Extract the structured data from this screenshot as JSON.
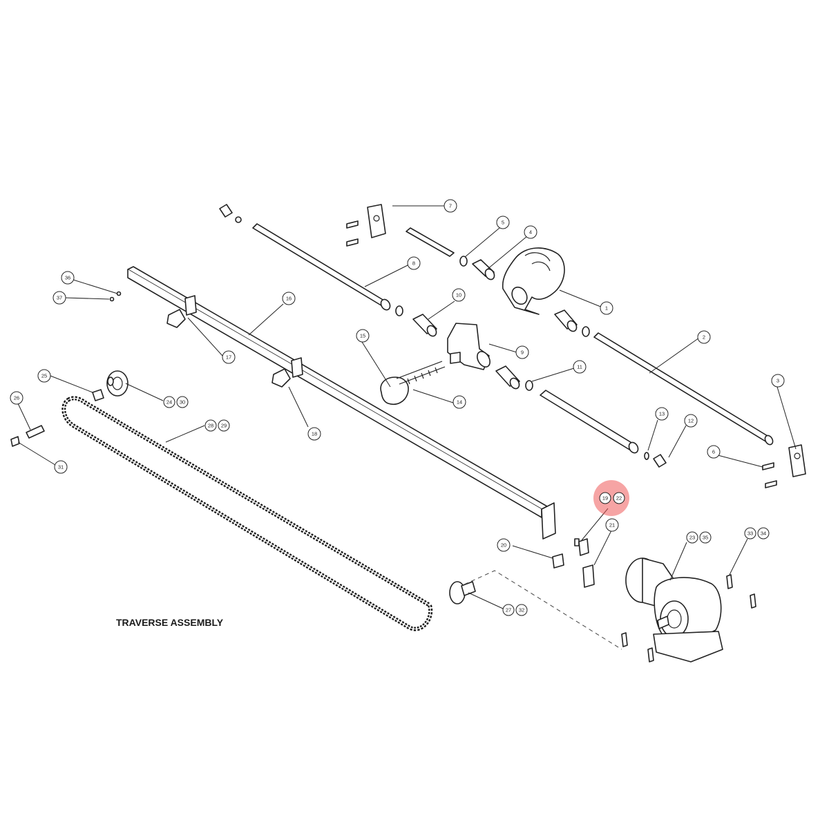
{
  "title": "TRAVERSE ASSEMBLY",
  "highlight_color": "#ee5a5a",
  "callouts": {
    "c1": "1",
    "c2": "2",
    "c3": "3",
    "c4": "4",
    "c5": "5",
    "c6": "6",
    "c7": "7",
    "c8": "8",
    "c9": "9",
    "c10": "10",
    "c11": "11",
    "c12": "12",
    "c13": "13",
    "c14": "14",
    "c15": "15",
    "c16": "16",
    "c17": "17",
    "c18": "18",
    "c19": "19",
    "c20": "20",
    "c21": "21",
    "c22": "22",
    "c23": "23",
    "c24": "24",
    "c25": "25",
    "c26": "26",
    "c27": "27",
    "c28": "28",
    "c29": "29",
    "c30": "30",
    "c31": "31",
    "c32": "32",
    "c33": "33",
    "c34": "34",
    "c35": "35",
    "c36": "36",
    "c37": "37"
  }
}
